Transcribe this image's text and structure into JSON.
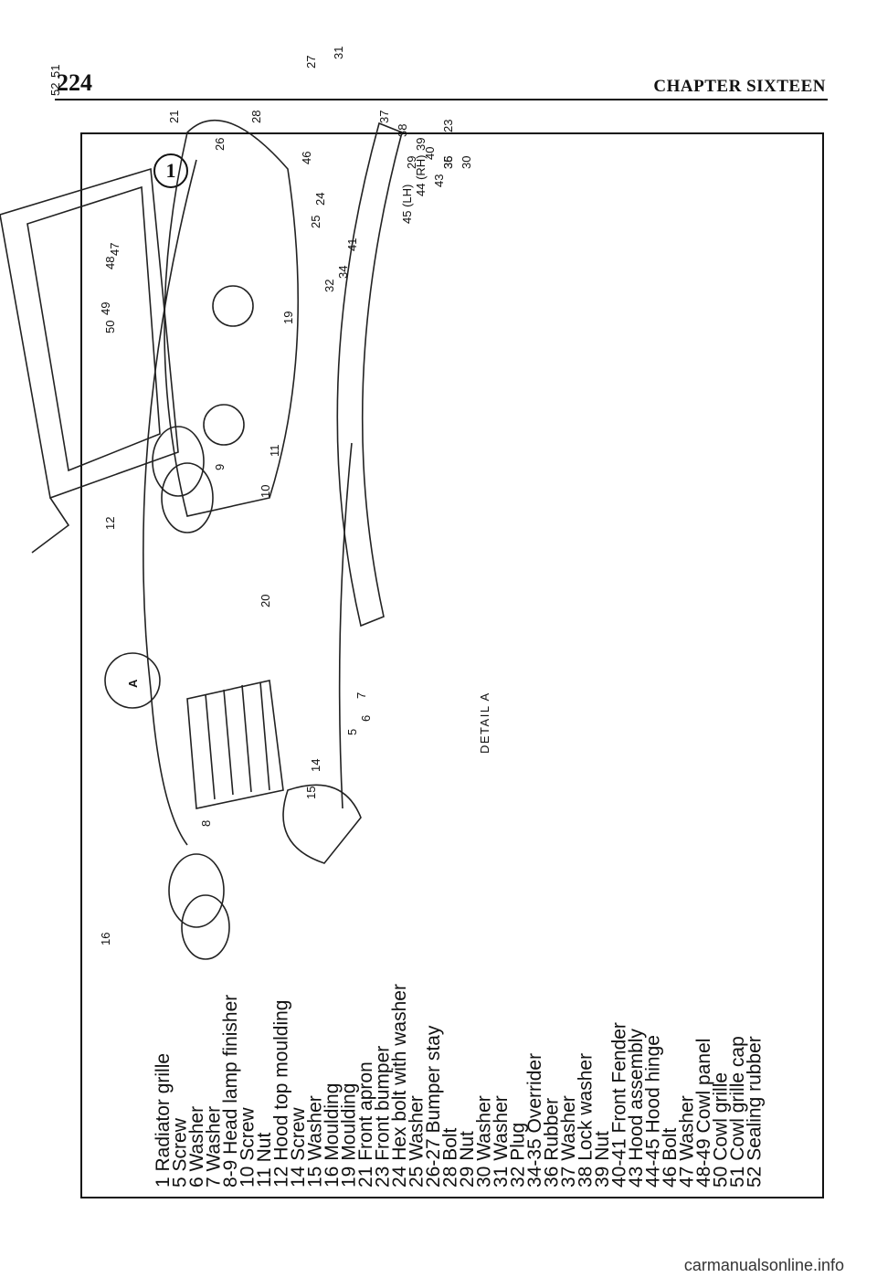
{
  "header": {
    "page_number": "224",
    "chapter": "CHAPTER SIXTEEN"
  },
  "figure": {
    "number": "1",
    "detail_caption": "DETAIL A",
    "detail_marker": "A",
    "legend": [
      "1 Radiator grille",
      "5 Screw",
      "6 Washer",
      "7 Washer",
      "8-9 Head lamp finisher",
      "10 Screw",
      "11 Nut",
      "12 Hood top moulding",
      "14 Screw",
      "15 Washer",
      "16 Moulding",
      "19 Moulding",
      "21 Front apron",
      "23 Front bumper",
      "24 Hex bolt with washer",
      "25 Washer",
      "26-27 Bumper stay",
      "28 Bolt",
      "29 Nut",
      "30 Washer",
      "31 Washer",
      "32 Plug",
      "34-35 Overrider",
      "36 Rubber",
      "37 Washer",
      "38 Lock washer",
      "39 Nut",
      "40-41 Front Fender",
      "43 Hood assembly",
      "44-45 Hood hinge",
      "46 Bolt",
      "47 Washer",
      "48-49 Cowl panel",
      "50 Cowl grille",
      "51 Cowl grille cap",
      "52 Sealing rubber"
    ],
    "callouts": [
      "1",
      "5",
      "6",
      "7",
      "8",
      "9",
      "10",
      "11",
      "12",
      "14",
      "15",
      "16",
      "19",
      "20",
      "21",
      "23",
      "24",
      "25",
      "26",
      "27",
      "28",
      "29",
      "30",
      "31",
      "32",
      "34",
      "35",
      "36",
      "37",
      "38",
      "39",
      "40",
      "41",
      "43",
      "44 (RH)",
      "45 (LH)",
      "46",
      "47",
      "48",
      "49",
      "50",
      "51",
      "52"
    ]
  },
  "watermark": "carmanualsonline.info"
}
